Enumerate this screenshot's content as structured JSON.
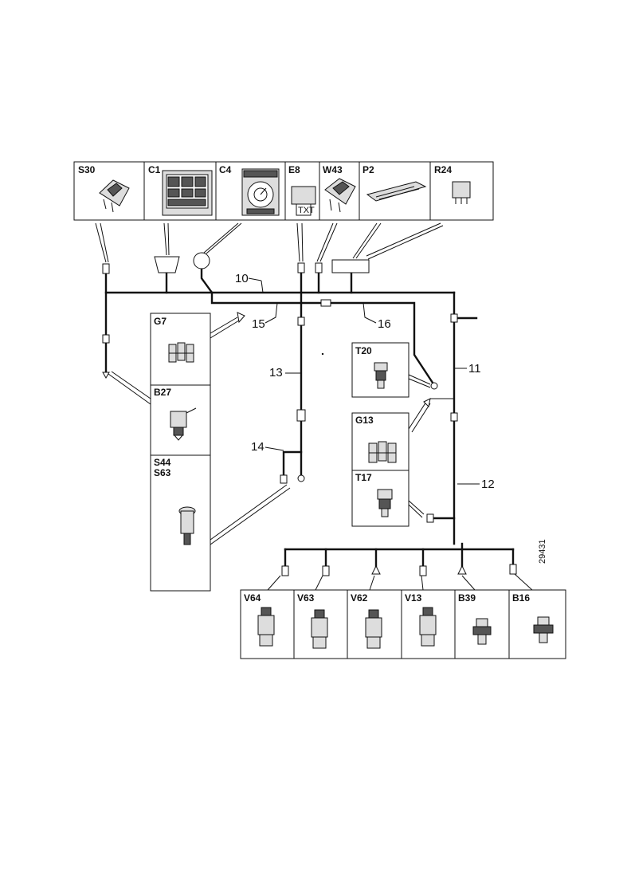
{
  "components": {
    "s30": "S30",
    "c1": "C1",
    "c4": "C4",
    "e8": "E8",
    "w43": "W43",
    "p2": "P2",
    "r24": "R24",
    "g7": "G7",
    "b27": "B27",
    "s44": "S44",
    "s63": "S63",
    "t20": "T20",
    "g13": "G13",
    "t17": "T17",
    "v64": "V64",
    "v63": "V63",
    "v62": "V62",
    "v13": "V13",
    "b39": "B39",
    "b16": "B16"
  },
  "harness": {
    "h10": "10",
    "h11": "11",
    "h12": "12",
    "h13": "13",
    "h14": "14",
    "h15": "15",
    "h16": "16"
  },
  "figure_number": "29431",
  "e8_text": "TXT"
}
